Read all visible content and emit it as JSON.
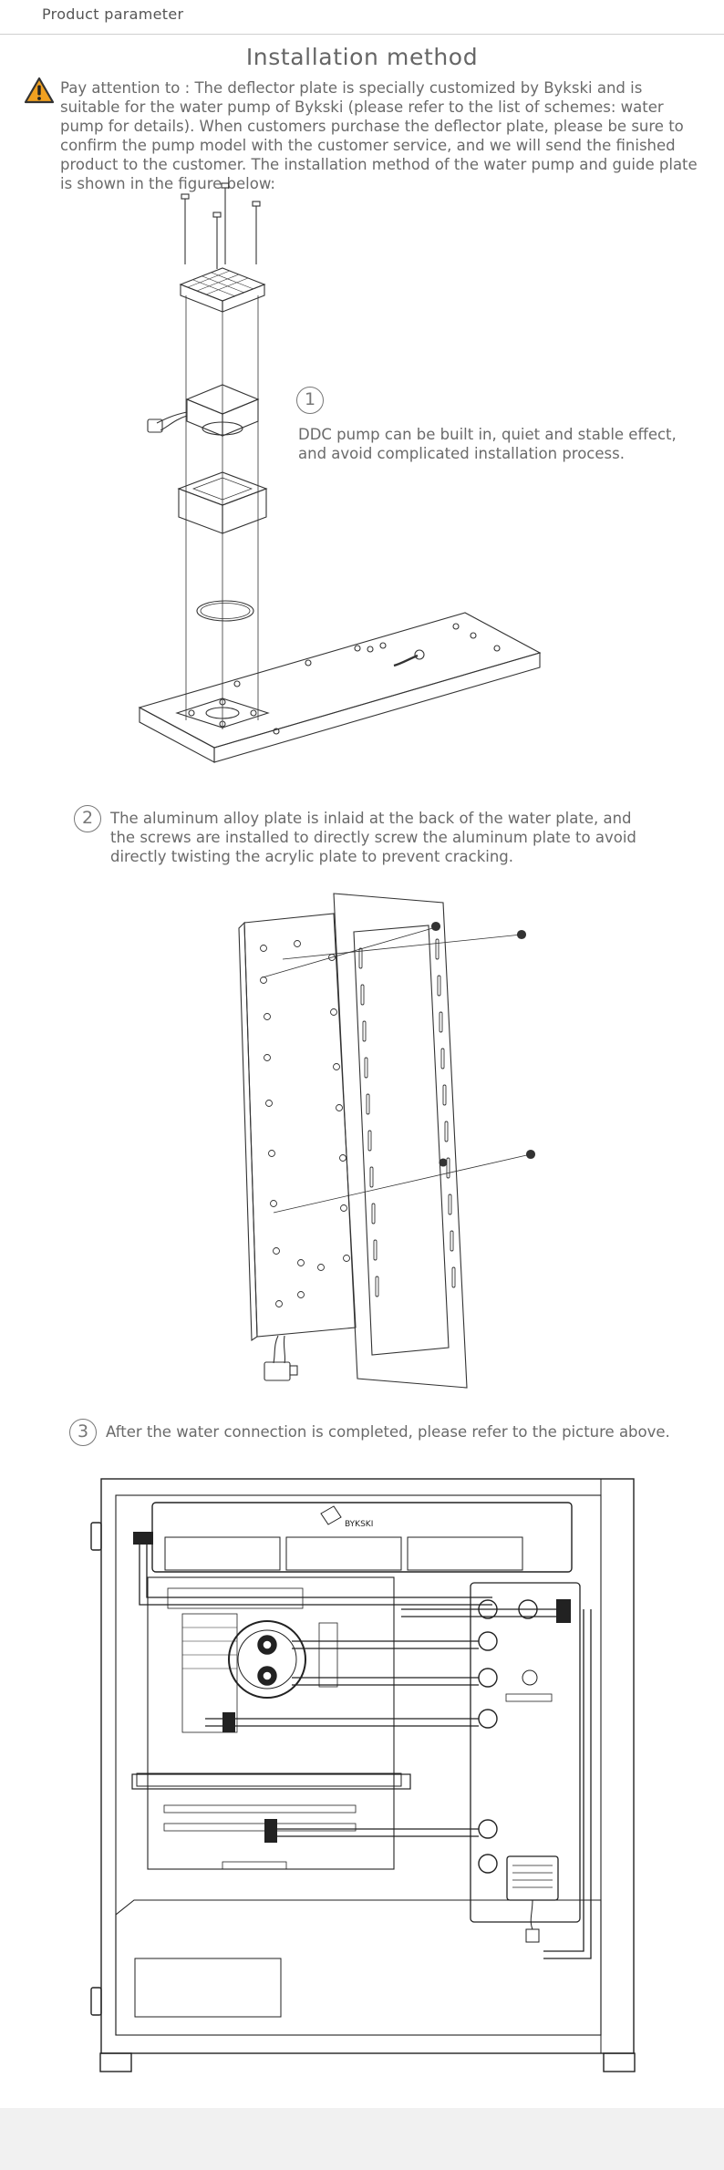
{
  "header": {
    "text": "Product parameter"
  },
  "title": "Installation method",
  "intro": "Pay attention to : The deflector plate is specially customized by Bykski and is suitable for the water pump of Bykski (please refer to the list of schemes: water pump for details). When customers purchase the deflector plate, please be sure to confirm the pump model with the customer service, and we will send the finished product to the customer. The installation method of the water pump and guide plate is shown in the figure below:",
  "steps": [
    {
      "number": "1",
      "text": "DDC pump can be built in, quiet and stable effect, and avoid complicated installation process."
    },
    {
      "number": "2",
      "text": "The aluminum alloy plate is inlaid at the back of the water plate, and the screws are installed to directly screw the aluminum plate to avoid directly twisting the acrylic plate to prevent cracking."
    },
    {
      "number": "3",
      "text": "After the water connection is completed, please refer to the picture above."
    }
  ],
  "colors": {
    "warning": "#f0a020",
    "line": "#333333",
    "text": "#6a6a6a"
  },
  "icons": {
    "warning": "warning-triangle-icon"
  }
}
